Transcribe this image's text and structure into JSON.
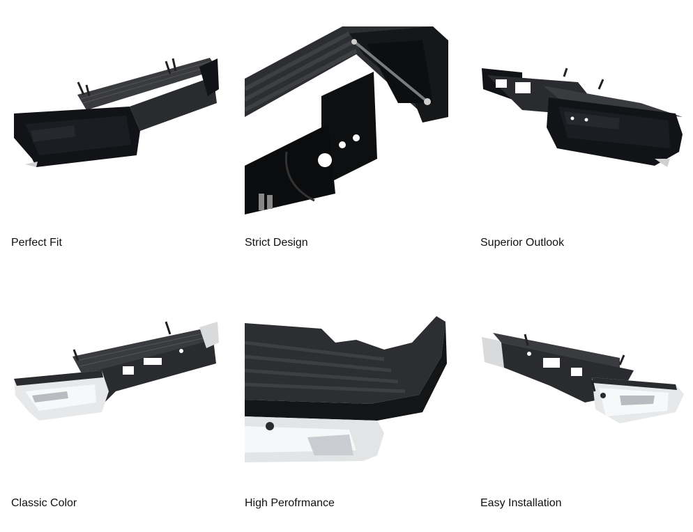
{
  "features": [
    {
      "caption": "Perfect Fit",
      "finish": "black"
    },
    {
      "caption": "Strict Design",
      "finish": "black"
    },
    {
      "caption": "Superior Outlook",
      "finish": "black"
    },
    {
      "caption": "Classic Color",
      "finish": "chrome"
    },
    {
      "caption": "High Perofrmance",
      "finish": "chrome"
    },
    {
      "caption": "Easy Installation",
      "finish": "chrome"
    }
  ],
  "colors": {
    "black_finish": "#121316",
    "chrome_finish": "#e6e8ea",
    "step_pad": "#3a3b3e",
    "text": "#0f1111"
  }
}
